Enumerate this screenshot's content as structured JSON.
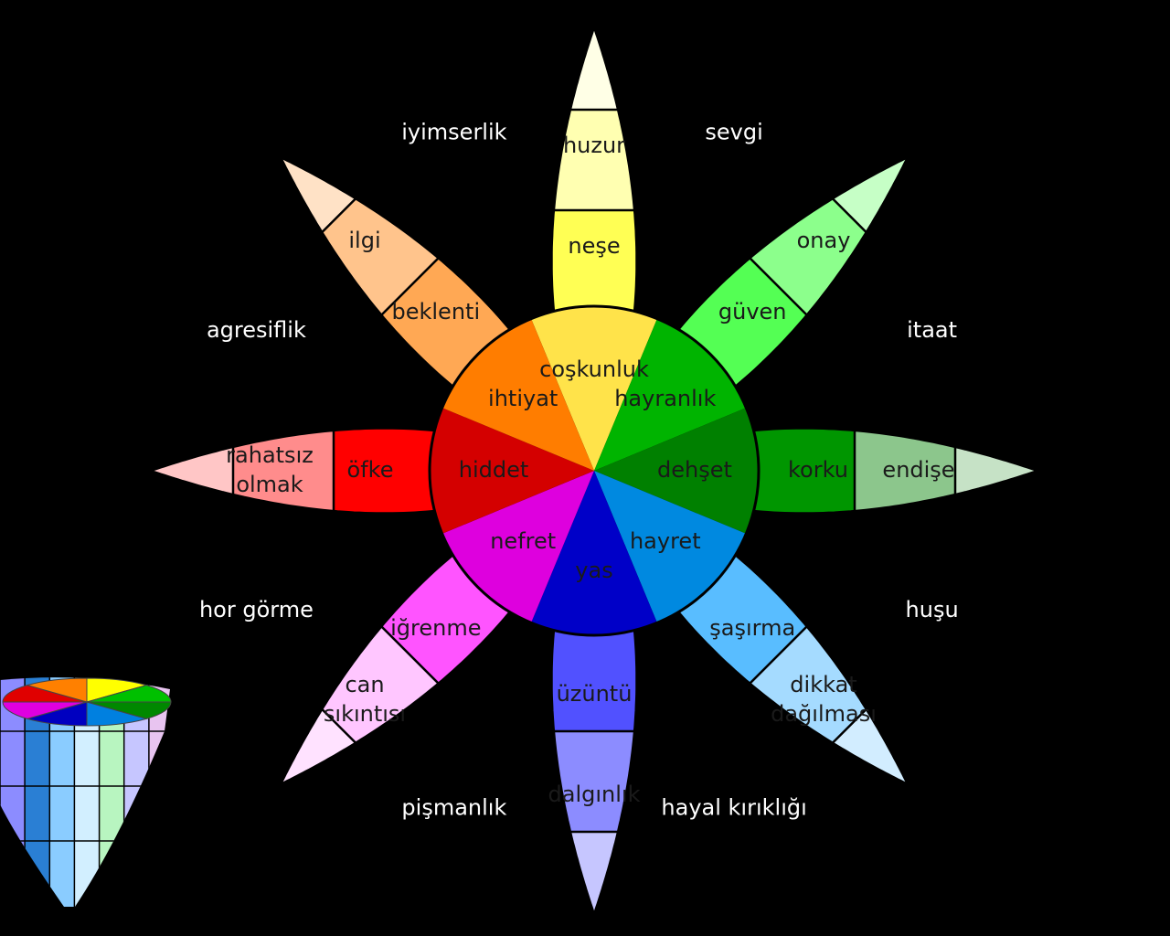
{
  "petals": [
    {
      "id": "joy",
      "inner": "coşkunluk",
      "middle": "neşe",
      "outer": "huzur",
      "colors": {
        "inner": "#FFE34A",
        "middle": "#FFFF54",
        "outer": "#FFFFB1",
        "tip": "#FFFFE6"
      }
    },
    {
      "id": "trust",
      "inner": "hayranlık",
      "middle": "güven",
      "outer": "onay",
      "colors": {
        "inner": "#00B400",
        "middle": "#54FF54",
        "outer": "#8CFF8C",
        "tip": "#C6FFC6"
      }
    },
    {
      "id": "fear",
      "inner": "dehşet",
      "middle": "korku",
      "outer": "endişe",
      "colors": {
        "inner": "#008000",
        "middle": "#009600",
        "outer": "#8CC68C",
        "tip": "#C6E2C6"
      }
    },
    {
      "id": "surprise",
      "inner": "hayret",
      "middle": "şaşırma",
      "outer": "dikkat\ndağılması",
      "colors": {
        "inner": "#0089E0",
        "middle": "#59BDFF",
        "outer": "#A5DBFF",
        "tip": "#D2EDFF"
      }
    },
    {
      "id": "sadness",
      "inner": "yas",
      "middle": "üzüntü",
      "outer": "dalgınlık",
      "colors": {
        "inner": "#0000C8",
        "middle": "#5151FF",
        "outer": "#8C8CFF",
        "tip": "#C6C6FF"
      }
    },
    {
      "id": "disgust",
      "inner": "nefret",
      "middle": "iğrenme",
      "outer": "can\nsıkıntısı",
      "colors": {
        "inner": "#DE00DE",
        "middle": "#FF54FF",
        "outer": "#FFC6FF",
        "tip": "#FFE2FF"
      }
    },
    {
      "id": "anger",
      "inner": "hiddet",
      "middle": "öfke",
      "outer": "rahatsız\nolmak",
      "colors": {
        "inner": "#D40000",
        "middle": "#FF0000",
        "outer": "#FF8C8C",
        "tip": "#FFC6C6"
      }
    },
    {
      "id": "anticipation",
      "inner": "ihtiyat",
      "middle": "beklenti",
      "outer": "ilgi",
      "colors": {
        "inner": "#FF7D00",
        "middle": "#FFA854",
        "outer": "#FFC48C",
        "tip": "#FFE2C6"
      }
    }
  ],
  "dyads": [
    "sevgi",
    "itaat",
    "huşu",
    "hayal kırıklığı",
    "pişmanlık",
    "hor görme",
    "agresiflik",
    "iyimserlik"
  ],
  "cone": {
    "top_colors": [
      "#FFFF00",
      "#00C000",
      "#008800",
      "#0080E0",
      "#0000C0",
      "#E000E0",
      "#E00000",
      "#FF8000"
    ],
    "side_colors": [
      "#8C8CFF",
      "#2A7FD4",
      "#8ACCFF",
      "#D2EFFF",
      "#B8F5C0",
      "#C6C6FF",
      "#E8C4F0"
    ]
  }
}
